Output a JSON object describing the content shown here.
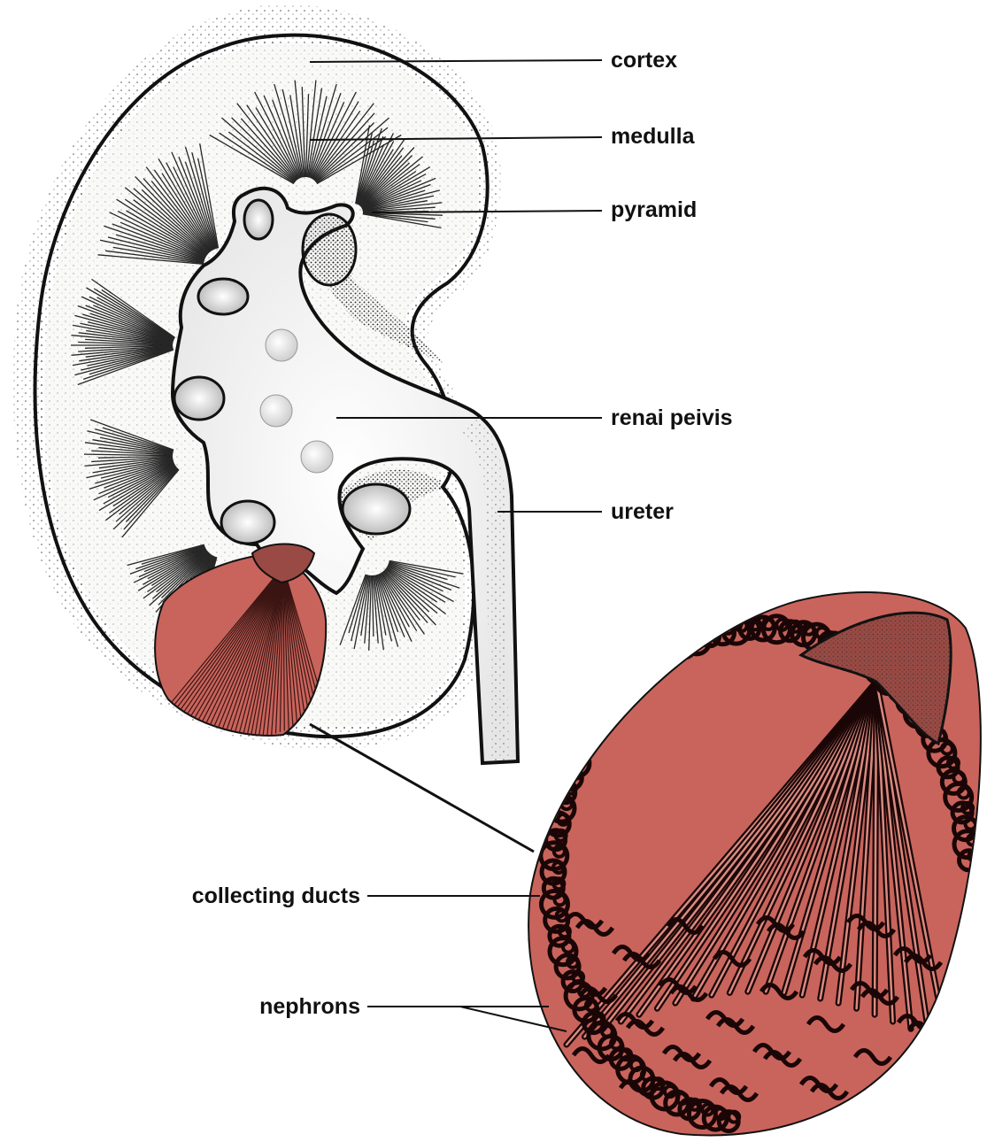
{
  "colors": {
    "ink": "#111111",
    "kidney_fill": "#f7f7f5",
    "medulla_shade": "#d9d9d9",
    "lobe_red": "#c9645c",
    "lobe_red_light": "#d98a80",
    "lobe_dark": "#9a4a44",
    "background": "#ffffff"
  },
  "labels": {
    "cortex": "cortex",
    "medulla": "medulla",
    "pyramid": "pyramid",
    "renal_pelvis": "renai peivis",
    "ureter": "ureter",
    "collecting_ducts": "collecting ducts",
    "nephrons": "nephrons"
  }
}
